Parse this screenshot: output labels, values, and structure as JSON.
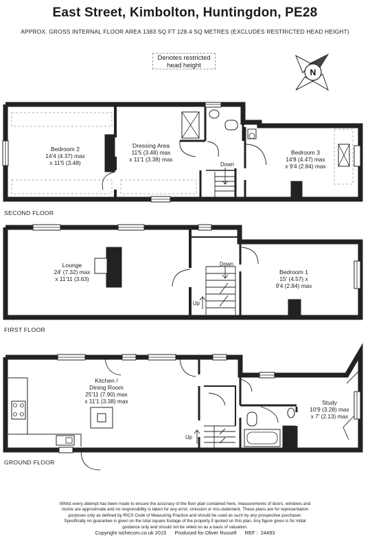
{
  "header": {
    "title": "East Street, Kimbolton, Huntingdon, PE28",
    "area": "APPROX. GROSS INTERNAL FLOOR AREA 1383 SQ FT 128.4 SQ METRES (EXCLUDES RESTRICTED HEAD HEIGHT)"
  },
  "legend": {
    "line1": "Denotes restricted",
    "line2": "head height"
  },
  "compass": {
    "letter": "N",
    "icon": "compass-north-icon"
  },
  "floors": {
    "second": {
      "label": "SECOND FLOOR",
      "bedroom2": {
        "name": "Bedroom 2",
        "dim1": "14'4 (4.37) max",
        "dim2": "x 11'5 (3.48)"
      },
      "dressing": {
        "name": "Dressing Area",
        "dim1": "11'5 (3.48) max",
        "dim2": "x 11'1 (3.38) max"
      },
      "bedroom3": {
        "name": "Bedroom 3",
        "dim1": "14'8 (4.47) max",
        "dim2": "x 9'4 (2.84) max"
      },
      "down": "Down"
    },
    "first": {
      "label": "FIRST FLOOR",
      "lounge": {
        "name": "Lounge",
        "dim1": "24' (7.32) max",
        "dim2": "x 11'11 (3.63)"
      },
      "bedroom1": {
        "name": "Bedroom 1",
        "dim1": "15' (4.57) x",
        "dim2": "9'4 (2.84) max"
      },
      "down": "Down",
      "up": "Up"
    },
    "ground": {
      "label": "GROUND FLOOR",
      "kitchen": {
        "name": "Kitchen /",
        "name2": "Dining Room",
        "dim1": "25'11 (7.90) max",
        "dim2": "x 11'1 (3.38) max"
      },
      "study": {
        "name": "Study",
        "dim1": "10'9 (3.28) max",
        "dim2": "x 7' (2.13) max"
      },
      "up": "Up"
    }
  },
  "footer": {
    "disclaimer": [
      "Whilst every attempt has been made to ensure the accuracy of the floor plan contained here, measurements of doors, windows and",
      "rooms are approximate and no responsibility is taken for any error, omission or mis-statement. These plans are for representation",
      "purposes only as defined by RICS Code of Measuring Practice and should be used as such by any prospective purchaser.",
      "Specifically no guarantee is given on the total square footage of the property if quoted on this plan. Any figure given is for initial",
      "guidance only and should not be relied on as a basis of valuation."
    ],
    "copyright": "Copyright nichecom.co.uk 2015      Produced for Oliver Russell      REF :  24493"
  }
}
